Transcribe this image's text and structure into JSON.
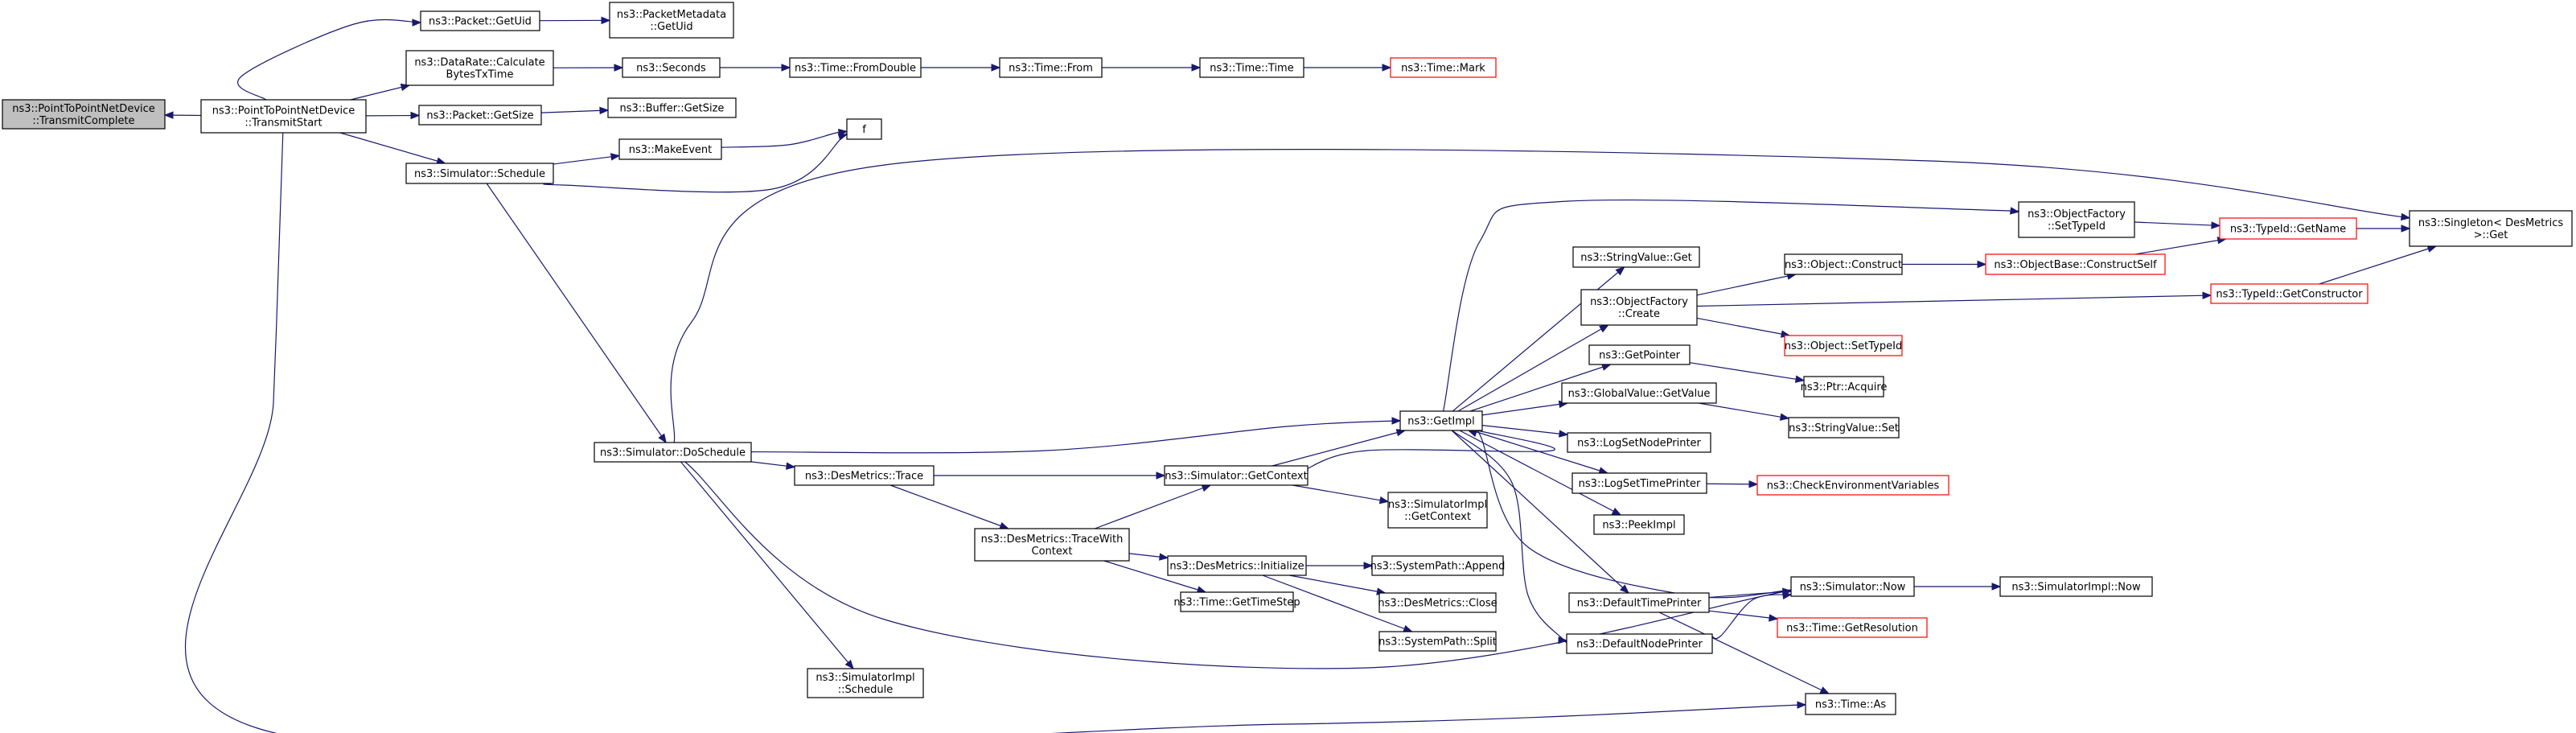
{
  "graph": {
    "root_label": "ns3::PointToPointNetDevice::TransmitComplete",
    "nodes": [
      {
        "id": "tc",
        "lines": [
          "ns3::PointToPointNetDevice",
          "::TransmitComplete"
        ],
        "current": true
      },
      {
        "id": "ts",
        "lines": [
          "ns3::PointToPointNetDevice",
          "::TransmitStart"
        ]
      },
      {
        "id": "pgu",
        "lines": [
          "ns3::Packet::GetUid"
        ]
      },
      {
        "id": "pmg",
        "lines": [
          "ns3::PacketMetadata",
          "::GetUid"
        ]
      },
      {
        "id": "drc",
        "lines": [
          "ns3::DataRate::Calculate",
          "BytesTxTime"
        ]
      },
      {
        "id": "sec",
        "lines": [
          "ns3::Seconds"
        ]
      },
      {
        "id": "tfd",
        "lines": [
          "ns3::Time::FromDouble"
        ]
      },
      {
        "id": "tfr",
        "lines": [
          "ns3::Time::From"
        ]
      },
      {
        "id": "ttm",
        "lines": [
          "ns3::Time::Time"
        ]
      },
      {
        "id": "tmk",
        "lines": [
          "ns3::Time::Mark"
        ],
        "red": true
      },
      {
        "id": "pgs",
        "lines": [
          "ns3::Packet::GetSize"
        ]
      },
      {
        "id": "bgs",
        "lines": [
          "ns3::Buffer::GetSize"
        ]
      },
      {
        "id": "f",
        "lines": [
          "f"
        ]
      },
      {
        "id": "mev",
        "lines": [
          "ns3::MakeEvent"
        ]
      },
      {
        "id": "ssc",
        "lines": [
          "ns3::Simulator::Schedule"
        ]
      },
      {
        "id": "sng",
        "lines": [
          "ns3::Singleton< DesMetrics",
          ">::Get"
        ]
      },
      {
        "id": "ofs",
        "lines": [
          "ns3::ObjectFactory",
          "::SetTypeId"
        ]
      },
      {
        "id": "tgn",
        "lines": [
          "ns3::TypeId::GetName"
        ],
        "red": true
      },
      {
        "id": "svg",
        "lines": [
          "ns3::StringValue::Get"
        ]
      },
      {
        "id": "ocn",
        "lines": [
          "ns3::Object::Construct"
        ]
      },
      {
        "id": "obc",
        "lines": [
          "ns3::ObjectBase::ConstructSelf"
        ],
        "red": true
      },
      {
        "id": "ofc",
        "lines": [
          "ns3::ObjectFactory",
          "::Create"
        ]
      },
      {
        "id": "tgc",
        "lines": [
          "ns3::TypeId::GetConstructor"
        ],
        "red": true
      },
      {
        "id": "ost",
        "lines": [
          "ns3::Object::SetTypeId"
        ],
        "red": true
      },
      {
        "id": "gpt",
        "lines": [
          "ns3::GetPointer"
        ]
      },
      {
        "id": "pac",
        "lines": [
          "ns3::Ptr::Acquire"
        ]
      },
      {
        "id": "gvg",
        "lines": [
          "ns3::GlobalValue::GetValue"
        ]
      },
      {
        "id": "gim",
        "lines": [
          "ns3::GetImpl"
        ]
      },
      {
        "id": "svs",
        "lines": [
          "ns3::StringValue::Set"
        ]
      },
      {
        "id": "lnp",
        "lines": [
          "ns3::LogSetNodePrinter"
        ]
      },
      {
        "id": "lsp",
        "lines": [
          "ns3::LogSetTimePrinter"
        ]
      },
      {
        "id": "cev",
        "lines": [
          "ns3::CheckEnvironmentVariables"
        ],
        "red": true
      },
      {
        "id": "sds",
        "lines": [
          "ns3::Simulator::DoSchedule"
        ]
      },
      {
        "id": "dmt",
        "lines": [
          "ns3::DesMetrics::Trace"
        ]
      },
      {
        "id": "sgc",
        "lines": [
          "ns3::Simulator::GetContext"
        ]
      },
      {
        "id": "sigc",
        "lines": [
          "ns3::SimulatorImpl",
          "::GetContext"
        ]
      },
      {
        "id": "pim",
        "lines": [
          "ns3::PeekImpl"
        ]
      },
      {
        "id": "dtw",
        "lines": [
          "ns3::DesMetrics::TraceWith",
          "Context"
        ]
      },
      {
        "id": "dmi",
        "lines": [
          "ns3::DesMetrics::Initialize"
        ]
      },
      {
        "id": "spa",
        "lines": [
          "ns3::SystemPath::Append"
        ]
      },
      {
        "id": "snw",
        "lines": [
          "ns3::Simulator::Now"
        ]
      },
      {
        "id": "sin",
        "lines": [
          "ns3::SimulatorImpl::Now"
        ]
      },
      {
        "id": "dtp",
        "lines": [
          "ns3::DefaultTimePrinter"
        ]
      },
      {
        "id": "dmc",
        "lines": [
          "ns3::DesMetrics::Close"
        ]
      },
      {
        "id": "tgr",
        "lines": [
          "ns3::Time::GetResolution"
        ],
        "red": true
      },
      {
        "id": "tgt",
        "lines": [
          "ns3::Time::GetTimeStep"
        ]
      },
      {
        "id": "sps",
        "lines": [
          "ns3::SystemPath::Split"
        ]
      },
      {
        "id": "dnp",
        "lines": [
          "ns3::DefaultNodePrinter"
        ]
      },
      {
        "id": "sis",
        "lines": [
          "ns3::SimulatorImpl",
          "::Schedule"
        ]
      },
      {
        "id": "tas",
        "lines": [
          "ns3::Time::As"
        ]
      }
    ]
  },
  "colors": {
    "edge": "#191970",
    "node_border": "#000000",
    "node_border_undocumented": "#ff0000",
    "current_node_fill": "#bfbfbf"
  }
}
